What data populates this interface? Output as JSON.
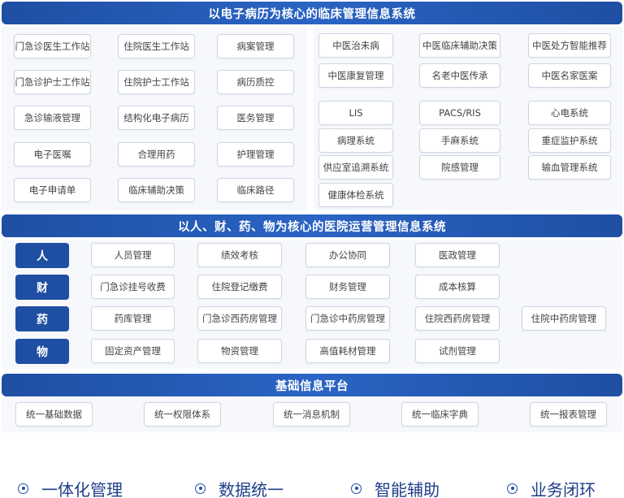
{
  "emr_section": {
    "title": "以电子病历为核心的临床管理信息系统",
    "left_modules": [
      "门急诊医生工作站",
      "住院医生工作站",
      "病案管理",
      "门急诊护士工作站",
      "住院护士工作站",
      "病历质控",
      "急诊输液管理",
      "结构化电子病历",
      "医务管理",
      "电子医嘱",
      "合理用药",
      "护理管理",
      "电子申请单",
      "临床辅助决策",
      "临床路径"
    ],
    "tcm_modules": [
      "中医治未病",
      "中医临床辅助决策",
      "中医处方智能推荐",
      "中医康复管理",
      "名老中医传承",
      "中医名家医案"
    ],
    "ancillary_modules": [
      "LIS",
      "PACS/RIS",
      "心电系统",
      "病理系统",
      "手麻系统",
      "重症监护系统",
      "供应室追溯系统",
      "院感管理",
      "输血管理系统",
      "健康体检系统"
    ]
  },
  "ops_section": {
    "title": "以人、财、药、物为核心的医院运营管理信息系统",
    "rows": [
      {
        "tag": "人",
        "items": [
          "人员管理",
          "绩效考核",
          "办公协同",
          "医政管理"
        ]
      },
      {
        "tag": "财",
        "items": [
          "门急诊挂号收费",
          "住院登记缴费",
          "财务管理",
          "成本核算"
        ]
      },
      {
        "tag": "药",
        "items": [
          "药库管理",
          "门急诊西药房管理",
          "门急诊中药房管理",
          "住院西药房管理",
          "住院中药房管理"
        ]
      },
      {
        "tag": "物",
        "items": [
          "固定资产管理",
          "物资管理",
          "高值耗材管理",
          "试剂管理"
        ]
      }
    ]
  },
  "base_section": {
    "title": "基础信息平台",
    "items": [
      "统一基础数据",
      "统一权限体系",
      "统一消息机制",
      "统一临床字典",
      "统一报表管理"
    ]
  },
  "features": [
    "一体化管理",
    "数据统一",
    "智能辅助",
    "业务闭环"
  ]
}
